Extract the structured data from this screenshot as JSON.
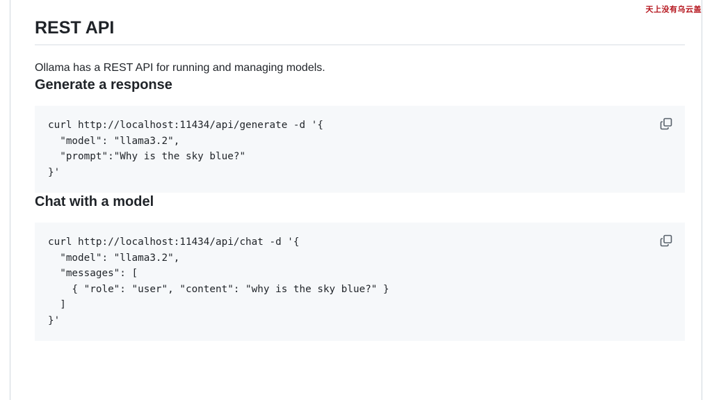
{
  "watermark": "天上没有乌云盖",
  "article": {
    "title": "REST API",
    "intro": "Ollama has a REST API for running and managing models.",
    "sections": [
      {
        "heading": "Generate a response",
        "code": "curl http://localhost:11434/api/generate -d '{\n  \"model\": \"llama3.2\",\n  \"prompt\":\"Why is the sky blue?\"\n}'",
        "copy_icon": "copy-icon"
      },
      {
        "heading": "Chat with a model",
        "code": "curl http://localhost:11434/api/chat -d '{\n  \"model\": \"llama3.2\",\n  \"messages\": [\n    { \"role\": \"user\", \"content\": \"why is the sky blue?\" }\n  ]\n}'",
        "copy_icon": "copy-icon"
      }
    ]
  },
  "colors": {
    "text": "#1f2328",
    "code_background": "#f6f8fa",
    "divider": "#d8dee4",
    "watermark": "#b5141c"
  }
}
